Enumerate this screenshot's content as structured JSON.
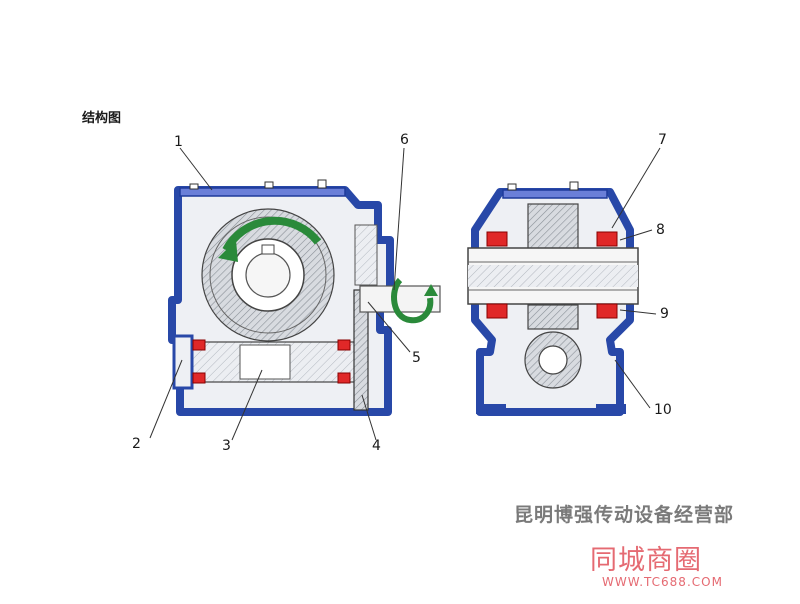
{
  "title": "结构图",
  "labels": [
    "1",
    "2",
    "3",
    "4",
    "5",
    "6",
    "7",
    "8",
    "9",
    "10"
  ],
  "company": "昆明博强传动设备经营部",
  "watermark": {
    "name": "同城商圈",
    "url": "WWW.TC688.COM"
  },
  "colors": {
    "housing": "#2848a8",
    "seal": "#e02828",
    "cover": "#6a7fd8",
    "arrow": "#2a8a3a",
    "hatch": "#9aa0a8"
  }
}
